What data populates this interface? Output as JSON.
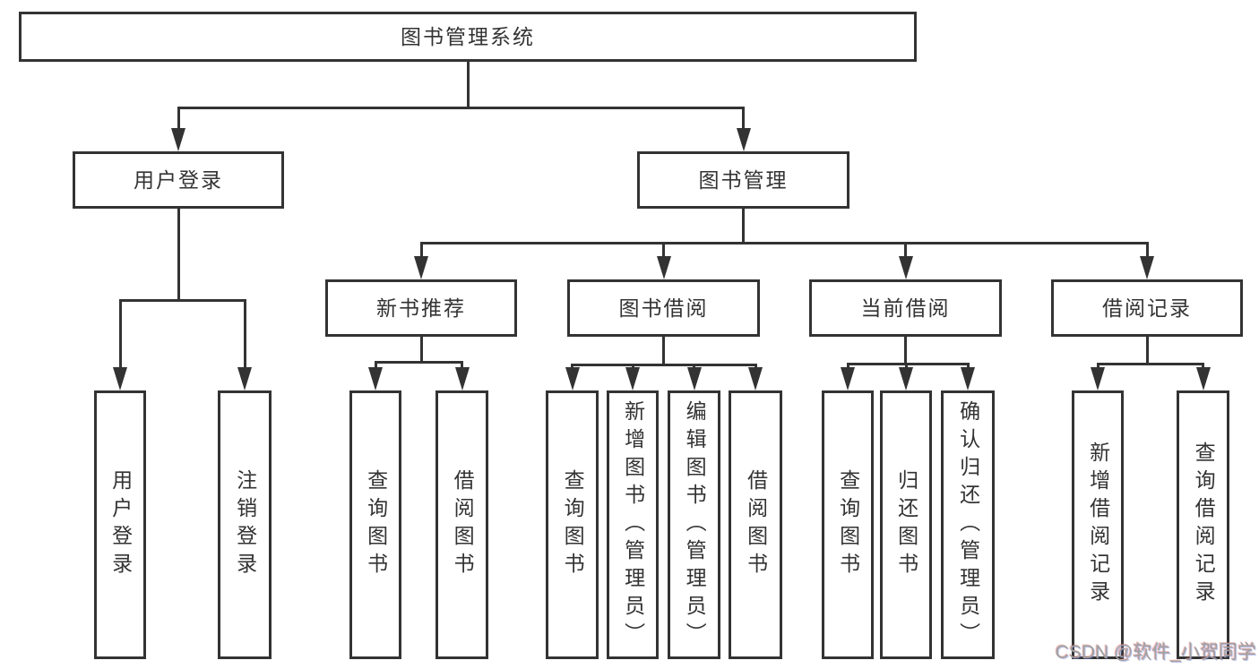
{
  "diagram": {
    "root": {
      "id": "system",
      "label": "图书管理系统",
      "children": [
        {
          "id": "user-login",
          "label": "用户登录",
          "children": [
            {
              "id": "user-login-action",
              "label": "用户登录"
            },
            {
              "id": "logout-action",
              "label": "注销登录"
            }
          ]
        },
        {
          "id": "book-management",
          "label": "图书管理",
          "children": [
            {
              "id": "new-book-recommend",
              "label": "新书推荐",
              "children": [
                {
                  "id": "query-books-recommend",
                  "label": "查询图书"
                },
                {
                  "id": "borrow-books-recommend",
                  "label": "借阅图书"
                }
              ]
            },
            {
              "id": "book-borrowing",
              "label": "图书借阅",
              "children": [
                {
                  "id": "query-books-borrowing",
                  "label": "查询图书"
                },
                {
                  "id": "add-books-admin",
                  "label": "新增图书（管理员）"
                },
                {
                  "id": "edit-books-admin",
                  "label": "编辑图书（管理员）"
                },
                {
                  "id": "borrow-books-borrowing",
                  "label": "借阅图书"
                }
              ]
            },
            {
              "id": "current-borrowing",
              "label": "当前借阅",
              "children": [
                {
                  "id": "query-books-current",
                  "label": "查询图书"
                },
                {
                  "id": "return-books",
                  "label": "归还图书"
                },
                {
                  "id": "confirm-return-admin",
                  "label": "确认归还（管理员）"
                }
              ]
            },
            {
              "id": "borrowing-records",
              "label": "借阅记录",
              "children": [
                {
                  "id": "add-borrowing-record",
                  "label": "新增借阅记录"
                },
                {
                  "id": "query-borrowing-record",
                  "label": "查询借阅记录"
                }
              ]
            }
          ]
        }
      ]
    }
  },
  "watermark": "CSDN @软件_小贺同学",
  "colors": {
    "line": "#333333",
    "box_background": "#ffffff",
    "text": "#333333",
    "watermark": "#a0a0a0"
  }
}
